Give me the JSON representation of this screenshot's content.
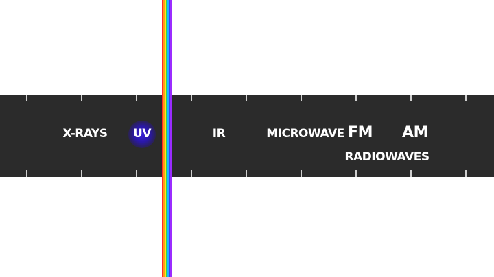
{
  "spectrum": {
    "bands": [
      {
        "key": "xrays",
        "label": "X-RAYS"
      },
      {
        "key": "uv",
        "label": "UV"
      },
      {
        "key": "ir",
        "label": "IR"
      },
      {
        "key": "microwave",
        "label": "MICROWAVE"
      },
      {
        "key": "fm",
        "label": "FM"
      },
      {
        "key": "am",
        "label": "AM"
      }
    ],
    "group_label": "RADIOWAVES",
    "colors": {
      "band_background": "#2b2b2b",
      "page_background": "#ffffff",
      "label": "#ffffff",
      "uv_glow": "#3a1fd6",
      "rainbow": [
        "#ff2a2a",
        "#ff9a1a",
        "#ffe81a",
        "#33d64a",
        "#1fb3ff",
        "#3a3aff",
        "#9b2cff"
      ]
    }
  }
}
